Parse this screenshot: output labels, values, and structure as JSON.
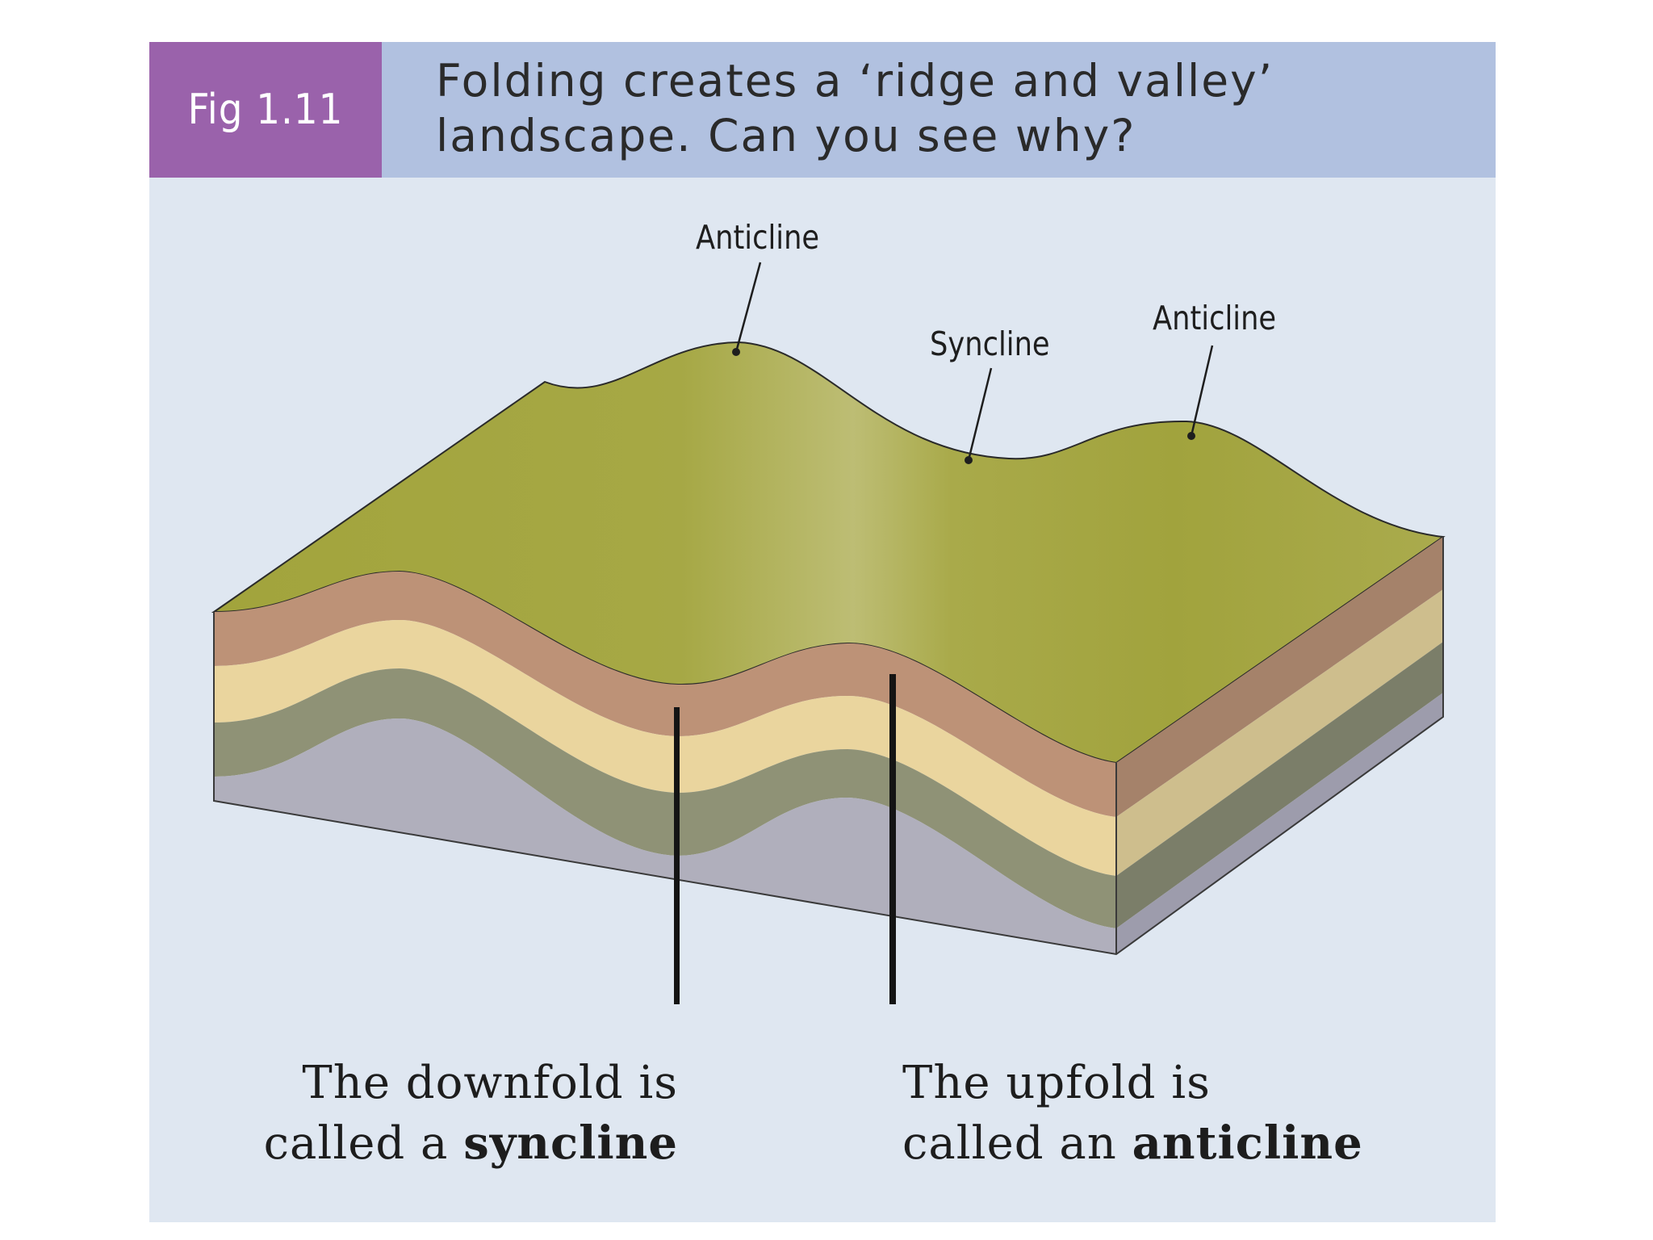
{
  "figure": {
    "badge": "Fig 1.11",
    "caption_line1": "Folding creates a ‘ridge and valley’",
    "caption_line2": "landscape. Can you see why?"
  },
  "labels": {
    "anticline_left": "Anticline",
    "syncline": "Syncline",
    "anticline_right": "Anticline"
  },
  "explanations": {
    "syncline": {
      "line1": "The downfold is",
      "line2_prefix": "called a ",
      "term": "syncline"
    },
    "anticline": {
      "line1": "The upfold is",
      "line2_prefix": "called an ",
      "term": "anticline"
    }
  },
  "colors": {
    "header_badge": "#9a62ab",
    "header_bar": "#b1c1e0",
    "panel": "#dfe7f1",
    "surface_green": "#a3a53e",
    "layer_brown": "#bd9277",
    "layer_cream": "#ead59e",
    "layer_olive": "#8f9276",
    "layer_grey": "#b0afbc"
  }
}
